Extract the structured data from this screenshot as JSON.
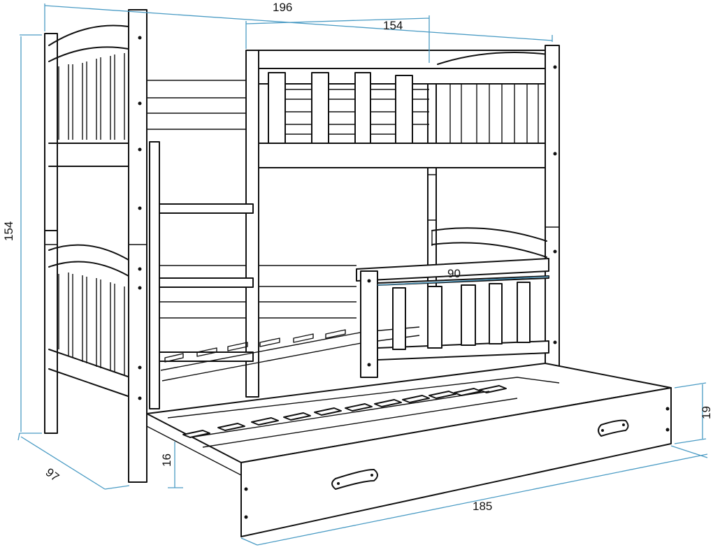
{
  "dimensions": {
    "total_length": "196",
    "upper_rail_length": "154",
    "total_height": "154",
    "depth": "97",
    "lower_rail_length": "90",
    "drawer_length": "185",
    "drawer_height": "19",
    "drawer_depth_height": "16"
  },
  "colors": {
    "dimension_line": "#4a9bc4",
    "outline": "#111111"
  }
}
